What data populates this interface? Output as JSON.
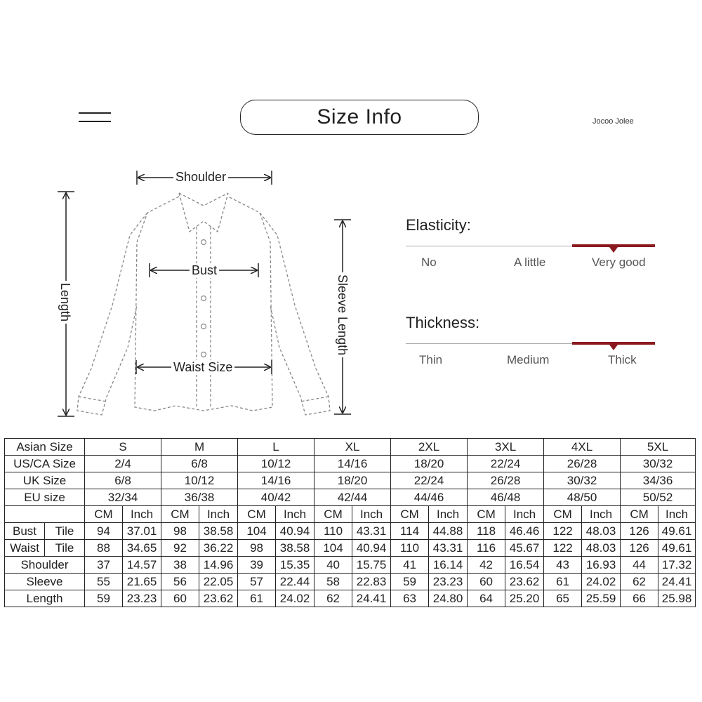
{
  "header": {
    "title": "Size Info",
    "brand": "Jocoo Jolee"
  },
  "diagram": {
    "shoulder": "Shoulder",
    "bust": "Bust",
    "waist": "Waist Size",
    "length": "Length",
    "sleeve": "Sleeve Length"
  },
  "elasticity": {
    "title": "Elasticity:",
    "options": [
      "No",
      "A little",
      "Very good"
    ],
    "selected": "Very good"
  },
  "thickness": {
    "title": "Thickness:",
    "options": [
      "Thin",
      "Medium",
      "Thick"
    ],
    "selected": "Thick"
  },
  "colors": {
    "accent": "#8a1a1f",
    "line": "#aaaaaa"
  },
  "size_table": {
    "sizes": [
      "S",
      "M",
      "L",
      "XL",
      "2XL",
      "3XL",
      "4XL",
      "5XL"
    ],
    "label_rows": [
      {
        "label": "Asian Size",
        "values": [
          "S",
          "M",
          "L",
          "XL",
          "2XL",
          "3XL",
          "4XL",
          "5XL"
        ]
      },
      {
        "label": "US/CA Size",
        "values": [
          "2/4",
          "6/8",
          "10/12",
          "14/16",
          "18/20",
          "22/24",
          "26/28",
          "30/32"
        ]
      },
      {
        "label": "UK Size",
        "values": [
          "6/8",
          "10/12",
          "14/16",
          "18/20",
          "22/24",
          "26/28",
          "30/32",
          "34/36"
        ]
      },
      {
        "label": "EU size",
        "values": [
          "32/34",
          "36/38",
          "40/42",
          "42/44",
          "44/46",
          "46/48",
          "48/50",
          "50/52"
        ]
      }
    ],
    "unit_cm": "CM",
    "unit_inch": "Inch",
    "measure_rows": [
      {
        "label": "Bust",
        "sub": "Tile",
        "values": [
          "94",
          "37.01",
          "98",
          "38.58",
          "104",
          "40.94",
          "110",
          "43.31",
          "114",
          "44.88",
          "118",
          "46.46",
          "122",
          "48.03",
          "126",
          "49.61"
        ]
      },
      {
        "label": "Waist",
        "sub": "Tile",
        "values": [
          "88",
          "34.65",
          "92",
          "36.22",
          "98",
          "38.58",
          "104",
          "40.94",
          "110",
          "43.31",
          "116",
          "45.67",
          "122",
          "48.03",
          "126",
          "49.61"
        ]
      },
      {
        "label": "Shoulder",
        "values": [
          "37",
          "14.57",
          "38",
          "14.96",
          "39",
          "15.35",
          "40",
          "15.75",
          "41",
          "16.14",
          "42",
          "16.54",
          "43",
          "16.93",
          "44",
          "17.32"
        ]
      },
      {
        "label": "Sleeve",
        "values": [
          "55",
          "21.65",
          "56",
          "22.05",
          "57",
          "22.44",
          "58",
          "22.83",
          "59",
          "23.23",
          "60",
          "23.62",
          "61",
          "24.02",
          "62",
          "24.41"
        ]
      },
      {
        "label": "Length",
        "values": [
          "59",
          "23.23",
          "60",
          "23.62",
          "61",
          "24.02",
          "62",
          "24.41",
          "63",
          "24.80",
          "64",
          "25.20",
          "65",
          "25.59",
          "66",
          "25.98"
        ]
      }
    ]
  }
}
